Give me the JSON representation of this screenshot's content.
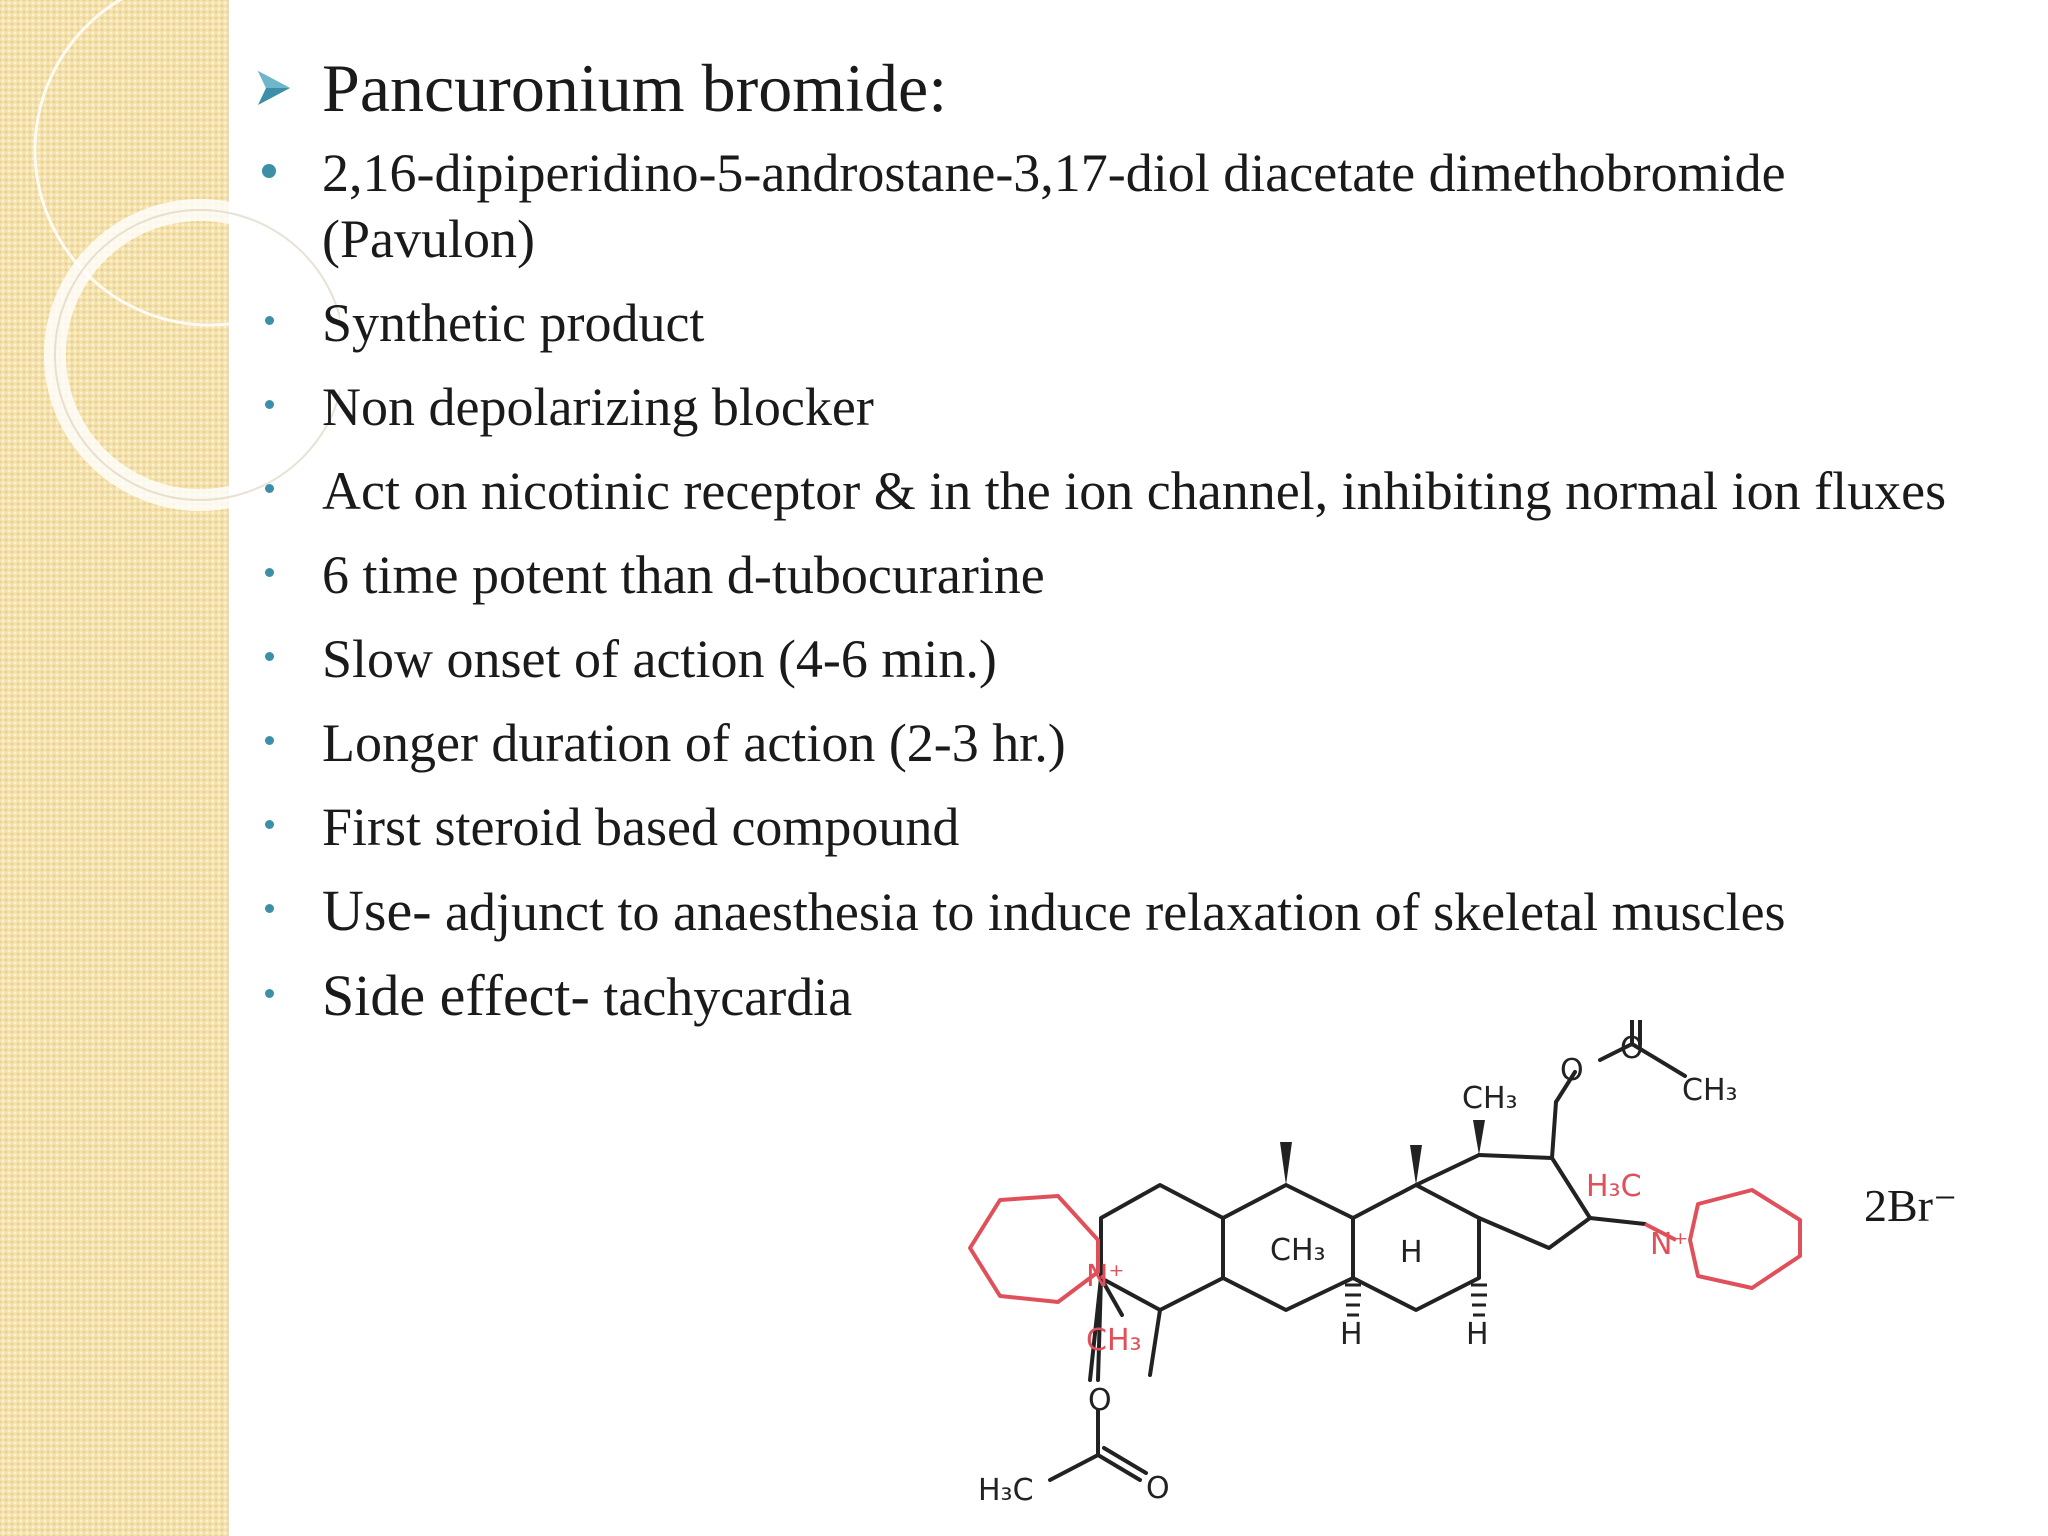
{
  "slide": {
    "title": "Pancuronium bromide:",
    "items": [
      {
        "text": "2,16-dipiperidino-5-androstane-3,17-diol diacetate dimethobromide (Pavulon)"
      },
      {
        "text": "Synthetic product"
      },
      {
        "text": "Non depolarizing blocker"
      },
      {
        "text": "Act on nicotinic receptor & in the ion channel, inhibiting normal ion fluxes"
      },
      {
        "text": "6 time potent than d-tubocurarine"
      },
      {
        "text": "Slow onset of action (4-6 min.)"
      },
      {
        "text": "Longer duration of action (2-3 hr.)"
      },
      {
        "text": "First steroid based compound"
      },
      {
        "lead": "Use-",
        "rest": " adjunct to anaesthesia to induce relaxation of skeletal muscles"
      },
      {
        "lead": "Side effect-",
        "rest": " tachycardia"
      }
    ],
    "counter_ion": "2Br⁻"
  },
  "structure": {
    "labels": {
      "o_top": "O",
      "ch3_acetyl_top": "CH₃",
      "o_ester_top": "O",
      "ch3_c18": "CH₃",
      "h3c_n_right": "H₃C",
      "n_right": "N⁺",
      "n_left": "N⁺",
      "ch3_n_left": "CH₃",
      "ch3_c19": "CH₃",
      "h_up_c8": "H",
      "h_down_c9": "H",
      "h_down_c14": "H",
      "o_ester_bottom": "O",
      "h3c_acetyl_bottom": "H₃C",
      "o_carbonyl_bottom": "O"
    },
    "colors": {
      "bonds": "#222222",
      "piperidinium": "#e0505a",
      "accent": "#3d8fa8"
    }
  }
}
